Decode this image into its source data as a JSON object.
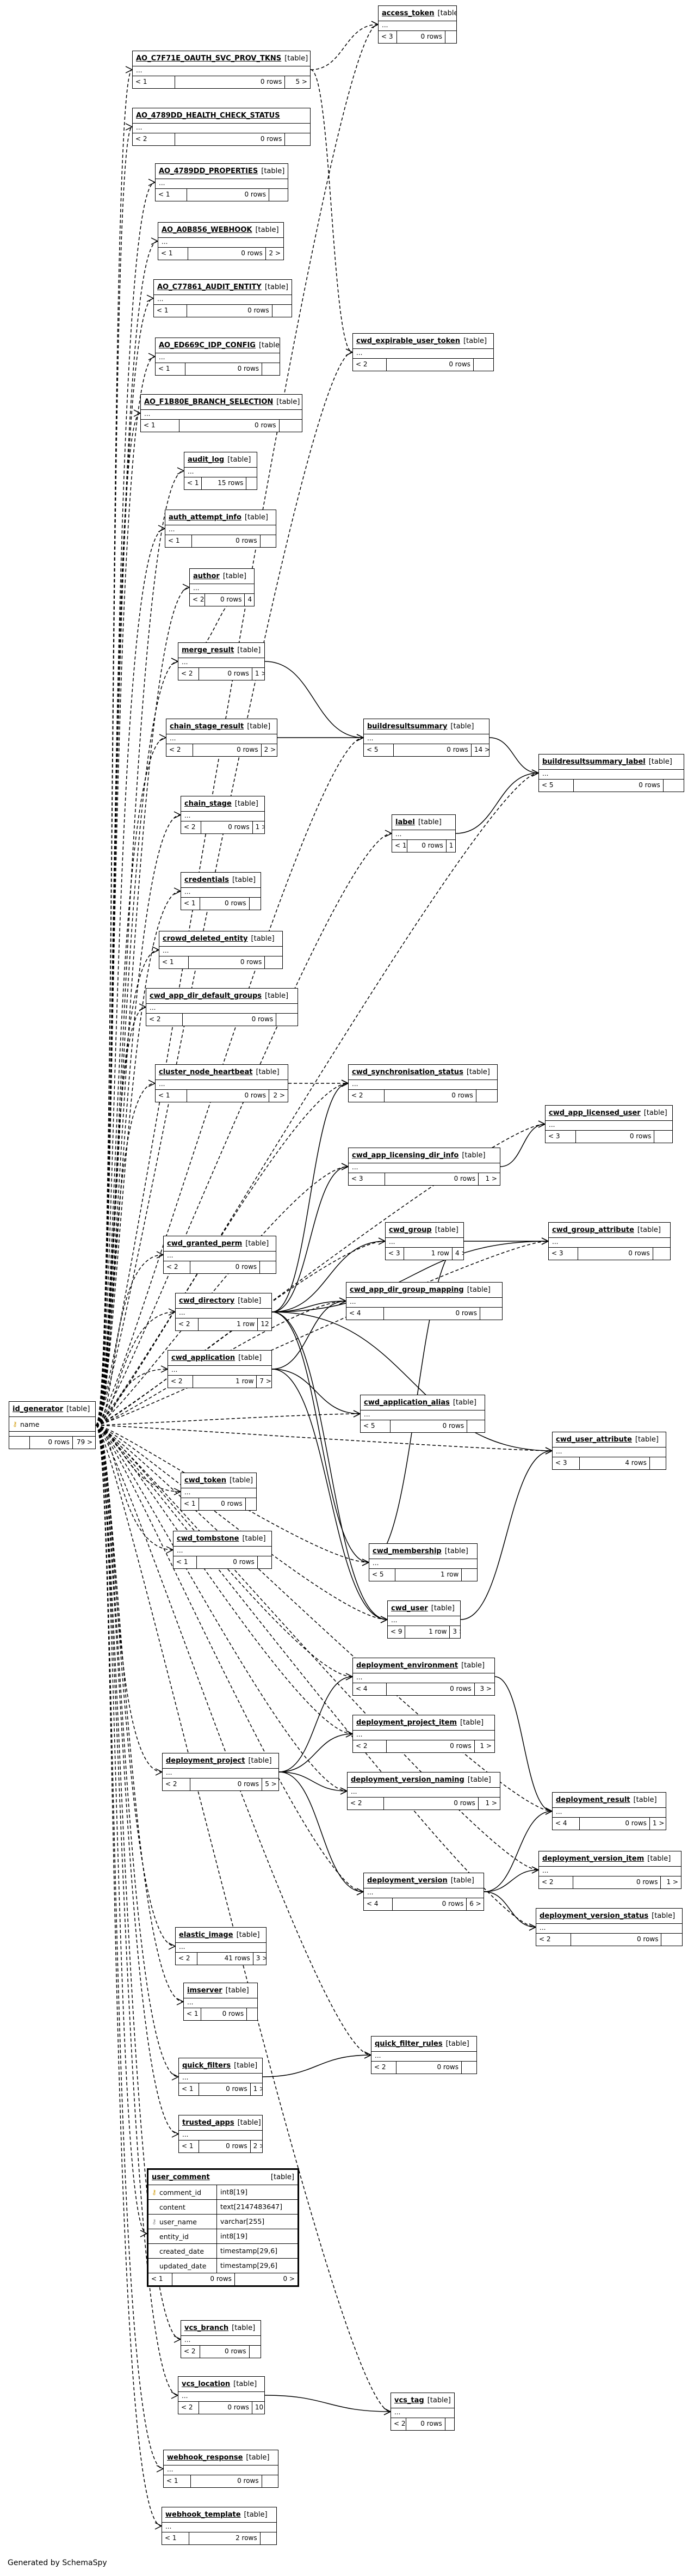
{
  "footer_text": "Generated by SchemaSpy",
  "tables": [
    {
      "id": "access_token",
      "name": "access_token",
      "kind": "[table]",
      "parents": "< 3",
      "rows": "0 rows",
      "children": ""
    },
    {
      "id": "ao_oauth",
      "name": "AO_C7F71E_OAUTH_SVC_PROV_TKNS",
      "kind": "[table]",
      "parents": "< 1",
      "rows": "0 rows",
      "children": "5 >"
    },
    {
      "id": "ao_health",
      "name": "AO_4789DD_HEALTH_CHECK_STATUS",
      "kind": "",
      "parents": "< 2",
      "rows": "0 rows",
      "children": ""
    },
    {
      "id": "ao_props",
      "name": "AO_4789DD_PROPERTIES",
      "kind": "[table]",
      "parents": "< 1",
      "rows": "0 rows",
      "children": ""
    },
    {
      "id": "ao_webhook",
      "name": "AO_A0B856_WEBHOOK",
      "kind": "[table]",
      "parents": "< 1",
      "rows": "0 rows",
      "children": "2 >"
    },
    {
      "id": "ao_audit",
      "name": "AO_C77861_AUDIT_ENTITY",
      "kind": "[table]",
      "parents": "< 1",
      "rows": "0 rows",
      "children": ""
    },
    {
      "id": "ao_idp",
      "name": "AO_ED669C_IDP_CONFIG",
      "kind": "[table]",
      "parents": "< 1",
      "rows": "0 rows",
      "children": ""
    },
    {
      "id": "ao_branch",
      "name": "AO_F1B80E_BRANCH_SELECTION",
      "kind": "[table]",
      "parents": "< 1",
      "rows": "0 rows",
      "children": ""
    },
    {
      "id": "cwd_expirable",
      "name": "cwd_expirable_user_token",
      "kind": "[table]",
      "parents": "< 2",
      "rows": "0 rows",
      "children": ""
    },
    {
      "id": "audit_log",
      "name": "audit_log",
      "kind": "[table]",
      "parents": "< 1",
      "rows": "15 rows",
      "children": ""
    },
    {
      "id": "auth_attempt",
      "name": "auth_attempt_info",
      "kind": "[table]",
      "parents": "< 1",
      "rows": "0 rows",
      "children": ""
    },
    {
      "id": "author",
      "name": "author",
      "kind": "[table]",
      "parents": "< 2",
      "rows": "0 rows",
      "children": "4 >"
    },
    {
      "id": "merge_result",
      "name": "merge_result",
      "kind": "[table]",
      "parents": "< 2",
      "rows": "0 rows",
      "children": "1 >"
    },
    {
      "id": "chain_stage_result",
      "name": "chain_stage_result",
      "kind": "[table]",
      "parents": "< 2",
      "rows": "0 rows",
      "children": "2 >"
    },
    {
      "id": "buildresultsummary",
      "name": "buildresultsummary",
      "kind": "[table]",
      "parents": "< 5",
      "rows": "0 rows",
      "children": "14 >"
    },
    {
      "id": "buildresultsummary_label",
      "name": "buildresultsummary_label",
      "kind": "[table]",
      "parents": "< 5",
      "rows": "0 rows",
      "children": ""
    },
    {
      "id": "chain_stage",
      "name": "chain_stage",
      "kind": "[table]",
      "parents": "< 2",
      "rows": "0 rows",
      "children": "1 >"
    },
    {
      "id": "label",
      "name": "label",
      "kind": "[table]",
      "parents": "< 1",
      "rows": "0 rows",
      "children": "1 >"
    },
    {
      "id": "credentials",
      "name": "credentials",
      "kind": "[table]",
      "parents": "< 1",
      "rows": "0 rows",
      "children": ""
    },
    {
      "id": "crowd_deleted",
      "name": "crowd_deleted_entity",
      "kind": "[table]",
      "parents": "< 1",
      "rows": "0 rows",
      "children": ""
    },
    {
      "id": "cwd_app_dir_default",
      "name": "cwd_app_dir_default_groups",
      "kind": "[table]",
      "parents": "< 2",
      "rows": "0 rows",
      "children": ""
    },
    {
      "id": "cluster_node",
      "name": "cluster_node_heartbeat",
      "kind": "[table]",
      "parents": "< 1",
      "rows": "0 rows",
      "children": "2 >"
    },
    {
      "id": "cwd_sync",
      "name": "cwd_synchronisation_status",
      "kind": "[table]",
      "parents": "< 2",
      "rows": "0 rows",
      "children": ""
    },
    {
      "id": "cwd_app_licensed",
      "name": "cwd_app_licensed_user",
      "kind": "[table]",
      "parents": "< 3",
      "rows": "0 rows",
      "children": ""
    },
    {
      "id": "cwd_app_licensing",
      "name": "cwd_app_licensing_dir_info",
      "kind": "[table]",
      "parents": "< 3",
      "rows": "0 rows",
      "children": "1 >"
    },
    {
      "id": "cwd_granted",
      "name": "cwd_granted_perm",
      "kind": "[table]",
      "parents": "< 2",
      "rows": "0 rows",
      "children": ""
    },
    {
      "id": "cwd_group",
      "name": "cwd_group",
      "kind": "[table]",
      "parents": "< 3",
      "rows": "1 row",
      "children": "4 >"
    },
    {
      "id": "cwd_group_attribute",
      "name": "cwd_group_attribute",
      "kind": "[table]",
      "parents": "< 3",
      "rows": "0 rows",
      "children": ""
    },
    {
      "id": "cwd_directory",
      "name": "cwd_directory",
      "kind": "[table]",
      "parents": "< 2",
      "rows": "1 row",
      "children": "12 >"
    },
    {
      "id": "cwd_app_dir_group_mapping",
      "name": "cwd_app_dir_group_mapping",
      "kind": "[table]",
      "parents": "< 4",
      "rows": "0 rows",
      "children": ""
    },
    {
      "id": "cwd_application",
      "name": "cwd_application",
      "kind": "[table]",
      "parents": "< 2",
      "rows": "1 row",
      "children": "7 >"
    },
    {
      "id": "cwd_application_alias",
      "name": "cwd_application_alias",
      "kind": "[table]",
      "parents": "< 5",
      "rows": "0 rows",
      "children": ""
    },
    {
      "id": "cwd_user_attribute",
      "name": "cwd_user_attribute",
      "kind": "[table]",
      "parents": "< 3",
      "rows": "4 rows",
      "children": ""
    },
    {
      "id": "cwd_token",
      "name": "cwd_token",
      "kind": "[table]",
      "parents": "< 1",
      "rows": "0 rows",
      "children": ""
    },
    {
      "id": "cwd_tombstone",
      "name": "cwd_tombstone",
      "kind": "[table]",
      "parents": "< 1",
      "rows": "0 rows",
      "children": ""
    },
    {
      "id": "cwd_membership",
      "name": "cwd_membership",
      "kind": "[table]",
      "parents": "< 5",
      "rows": "1 row",
      "children": ""
    },
    {
      "id": "cwd_user",
      "name": "cwd_user",
      "kind": "[table]",
      "parents": "< 9",
      "rows": "1 row",
      "children": "3 >"
    },
    {
      "id": "deployment_environment",
      "name": "deployment_environment",
      "kind": "[table]",
      "parents": "< 4",
      "rows": "0 rows",
      "children": "3 >"
    },
    {
      "id": "deployment_project_item",
      "name": "deployment_project_item",
      "kind": "[table]",
      "parents": "< 2",
      "rows": "0 rows",
      "children": "1 >"
    },
    {
      "id": "deployment_project",
      "name": "deployment_project",
      "kind": "[table]",
      "parents": "< 2",
      "rows": "0 rows",
      "children": "5 >"
    },
    {
      "id": "deployment_version_naming",
      "name": "deployment_version_naming",
      "kind": "[table]",
      "parents": "< 2",
      "rows": "0 rows",
      "children": "1 >"
    },
    {
      "id": "deployment_result",
      "name": "deployment_result",
      "kind": "[table]",
      "parents": "< 4",
      "rows": "0 rows",
      "children": "1 >"
    },
    {
      "id": "deployment_version_item",
      "name": "deployment_version_item",
      "kind": "[table]",
      "parents": "< 2",
      "rows": "0 rows",
      "children": "1 >"
    },
    {
      "id": "deployment_version",
      "name": "deployment_version",
      "kind": "[table]",
      "parents": "< 4",
      "rows": "0 rows",
      "children": "6 >"
    },
    {
      "id": "deployment_version_status",
      "name": "deployment_version_status",
      "kind": "[table]",
      "parents": "< 2",
      "rows": "0 rows",
      "children": ""
    },
    {
      "id": "elastic_image",
      "name": "elastic_image",
      "kind": "[table]",
      "parents": "< 2",
      "rows": "41 rows",
      "children": "3 >"
    },
    {
      "id": "imserver",
      "name": "imserver",
      "kind": "[table]",
      "parents": "< 1",
      "rows": "0 rows",
      "children": ""
    },
    {
      "id": "quick_filter_rules",
      "name": "quick_filter_rules",
      "kind": "[table]",
      "parents": "< 2",
      "rows": "0 rows",
      "children": ""
    },
    {
      "id": "quick_filters",
      "name": "quick_filters",
      "kind": "[table]",
      "parents": "< 1",
      "rows": "0 rows",
      "children": "1 >"
    },
    {
      "id": "trusted_apps",
      "name": "trusted_apps",
      "kind": "[table]",
      "parents": "< 1",
      "rows": "0 rows",
      "children": "2 >"
    },
    {
      "id": "vcs_branch",
      "name": "vcs_branch",
      "kind": "[table]",
      "parents": "< 2",
      "rows": "0 rows",
      "children": ""
    },
    {
      "id": "vcs_location",
      "name": "vcs_location",
      "kind": "[table]",
      "parents": "< 2",
      "rows": "0 rows",
      "children": "10 >"
    },
    {
      "id": "vcs_tag",
      "name": "vcs_tag",
      "kind": "[table]",
      "parents": "< 2",
      "rows": "0 rows",
      "children": ""
    },
    {
      "id": "webhook_response",
      "name": "webhook_response",
      "kind": "[table]",
      "parents": "< 1",
      "rows": "0 rows",
      "children": ""
    },
    {
      "id": "webhook_template",
      "name": "webhook_template",
      "kind": "[table]",
      "parents": "< 1",
      "rows": "2 rows",
      "children": ""
    }
  ],
  "id_generator": {
    "name": "id_generator",
    "kind": "[table]",
    "columns": [
      {
        "name": "name",
        "type": "",
        "key": "pk"
      }
    ],
    "parents": "",
    "rows": "0 rows",
    "children": "79 >"
  },
  "user_comment": {
    "name": "user_comment",
    "kind": "[table]",
    "columns": [
      {
        "name": "comment_id",
        "type": "int8[19]",
        "key": "pk"
      },
      {
        "name": "content",
        "type": "text[2147483647]",
        "key": ""
      },
      {
        "name": "user_name",
        "type": "varchar[255]",
        "key": "fk"
      },
      {
        "name": "entity_id",
        "type": "int8[19]",
        "key": ""
      },
      {
        "name": "created_date",
        "type": "timestamp[29,6]",
        "key": ""
      },
      {
        "name": "updated_date",
        "type": "timestamp[29,6]",
        "key": ""
      }
    ],
    "parents": "< 1",
    "rows": "0 rows",
    "children": "0 >"
  }
}
